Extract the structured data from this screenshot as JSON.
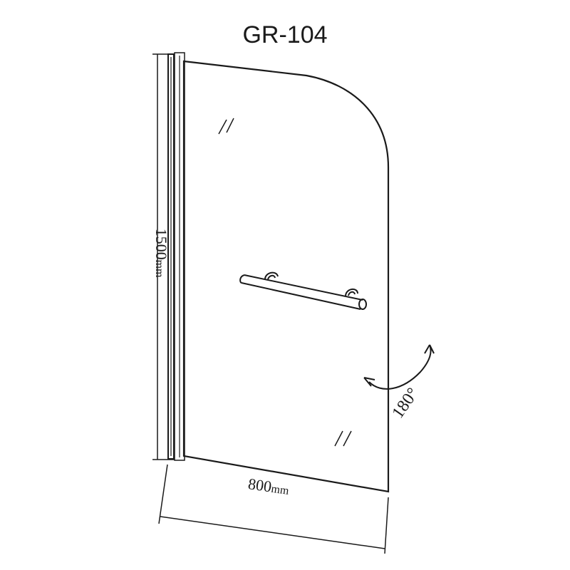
{
  "title": "GR-104",
  "dimensions": {
    "height_value": "1500",
    "height_unit": "mm",
    "width_value": "800",
    "width_unit": "mm"
  },
  "rotation": {
    "angle_label": "180°"
  },
  "colors": {
    "line": "#1a1a1a",
    "background": "#ffffff"
  }
}
